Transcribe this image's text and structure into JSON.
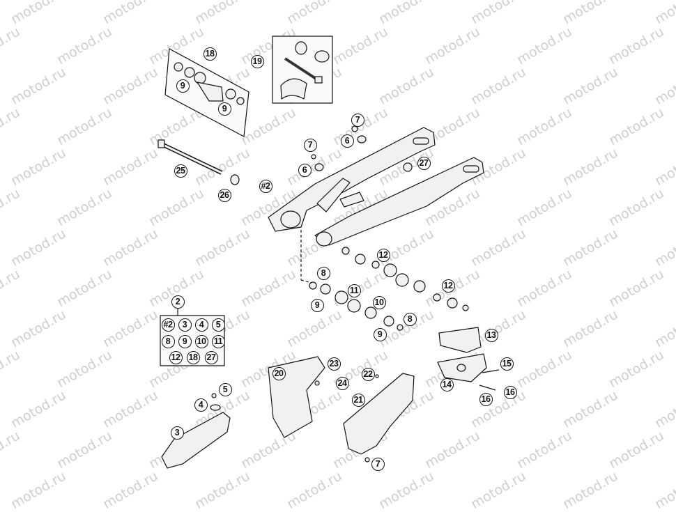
{
  "watermark": "motod.ru",
  "colors": {
    "line": "#111111",
    "fill": "#f1f1f1",
    "watermark": "#cfcfcf"
  },
  "callouts": [
    {
      "id": "18"
    },
    {
      "id": "19"
    },
    {
      "id": "9"
    },
    {
      "id": "9"
    },
    {
      "id": "25"
    },
    {
      "id": "26"
    },
    {
      "id": "7"
    },
    {
      "id": "6"
    },
    {
      "id": "7"
    },
    {
      "id": "6"
    },
    {
      "id": "27"
    },
    {
      "id": "#2"
    },
    {
      "id": "12"
    },
    {
      "id": "8"
    },
    {
      "id": "11"
    },
    {
      "id": "9"
    },
    {
      "id": "10"
    },
    {
      "id": "12"
    },
    {
      "id": "8"
    },
    {
      "id": "9"
    },
    {
      "id": "2"
    },
    {
      "id": "#2"
    },
    {
      "id": "3"
    },
    {
      "id": "4"
    },
    {
      "id": "5"
    },
    {
      "id": "8"
    },
    {
      "id": "9"
    },
    {
      "id": "10"
    },
    {
      "id": "11"
    },
    {
      "id": "12"
    },
    {
      "id": "18"
    },
    {
      "id": "27"
    },
    {
      "id": "13"
    },
    {
      "id": "15"
    },
    {
      "id": "14"
    },
    {
      "id": "16"
    },
    {
      "id": "16"
    },
    {
      "id": "20"
    },
    {
      "id": "23"
    },
    {
      "id": "22"
    },
    {
      "id": "24"
    },
    {
      "id": "21"
    },
    {
      "id": "7"
    },
    {
      "id": "5"
    },
    {
      "id": "4"
    },
    {
      "id": "3"
    }
  ]
}
